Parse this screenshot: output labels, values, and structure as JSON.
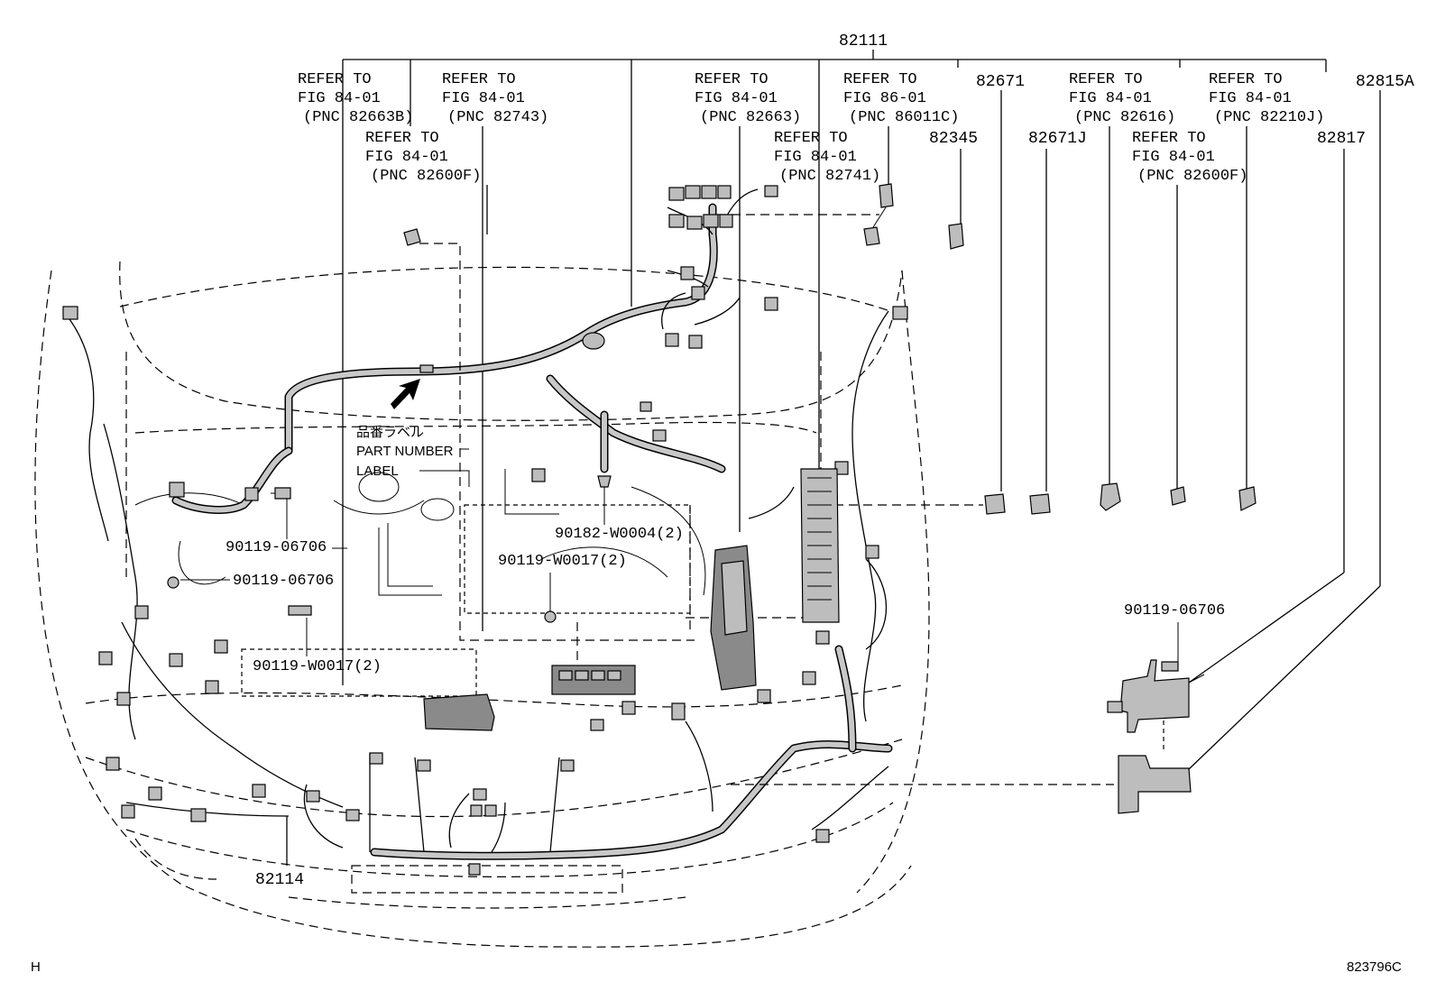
{
  "labels": {
    "main_harness": "82111",
    "engine_room_harness": "82114",
    "refer_82663b": [
      "REFER TO",
      "FIG 84-01",
      "(PNC 82663B)"
    ],
    "refer_82743": [
      "REFER TO",
      "FIG 84-01",
      "(PNC 82743)"
    ],
    "refer_82600f_left": [
      "REFER TO",
      "FIG 84-01",
      "(PNC 82600F)"
    ],
    "refer_82663": [
      "REFER TO",
      "FIG 84-01",
      "(PNC 82663)"
    ],
    "refer_86011c": [
      "REFER TO",
      "FIG 86-01",
      "(PNC 86011C)"
    ],
    "refer_82741": [
      "REFER TO",
      "FIG 84-01",
      "(PNC 82741)"
    ],
    "pnc_82345": "82345",
    "pnc_82671": "82671",
    "pnc_82671j": "82671J",
    "refer_82616": [
      "REFER TO",
      "FIG 84-01",
      "(PNC 82616)"
    ],
    "refer_82600f_right": [
      "REFER TO",
      "FIG 84-01",
      "(PNC 82600F)"
    ],
    "refer_82210j": [
      "REFER TO",
      "FIG 84-01",
      "(PNC 82210J)"
    ],
    "pnc_82815a": "82815A",
    "pnc_82817": "82817",
    "part_number_label_jp": "品番ラベル",
    "part_number_label": [
      "PART NUMBER",
      "LABEL"
    ],
    "bolt_a": "90119-06706",
    "bolt_b": "90119-06706",
    "bolt_c": "90119-W0017(2)",
    "clip_d": "90182-W0004(2)",
    "bolt_e": "90119-W0017(2)",
    "bolt_f": "90119-06706",
    "corner_left": "H",
    "figure_code": "823796C"
  },
  "colors": {
    "ink": "#000000",
    "shade": "#bdbdbd",
    "paper": "#ffffff"
  }
}
